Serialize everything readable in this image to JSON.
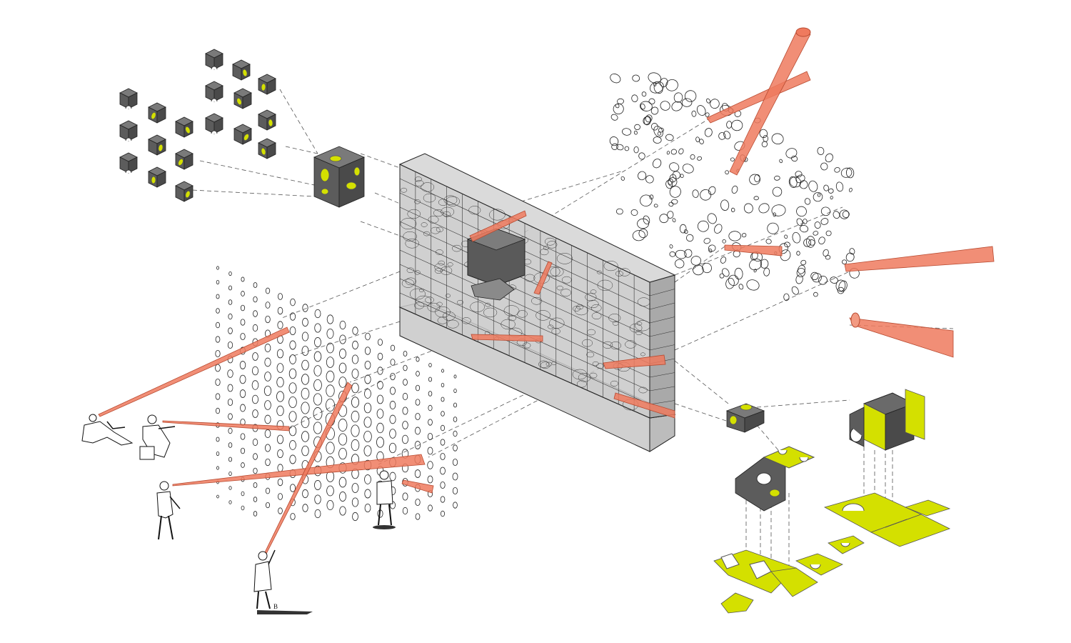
{
  "figure_label": "B",
  "colors": {
    "wall_light": "#d8d8d8",
    "wall_mid": "#c6c6c6",
    "wall_dark": "#a8a8a8",
    "cube_dark": "#555555",
    "accent_lime": "#d4e000",
    "ray_orange": "#ef7a5e"
  },
  "components": {
    "wall": "perforated-wall-block",
    "cube_cluster": "exploded-cube-cluster",
    "perforation_screens": [
      "left-perforation-screen",
      "right-perforation-screen"
    ],
    "sight_rays": [
      "orange-sight-cones"
    ],
    "viewers": [
      "viewer-seated-pair",
      "viewer-seated",
      "viewer-standing-left",
      "viewer-standing-center",
      "viewer-looking-up"
    ],
    "detail_assemblies": [
      "cube-unfolded-assembly-left",
      "cube-unfolded-assembly-right"
    ]
  }
}
